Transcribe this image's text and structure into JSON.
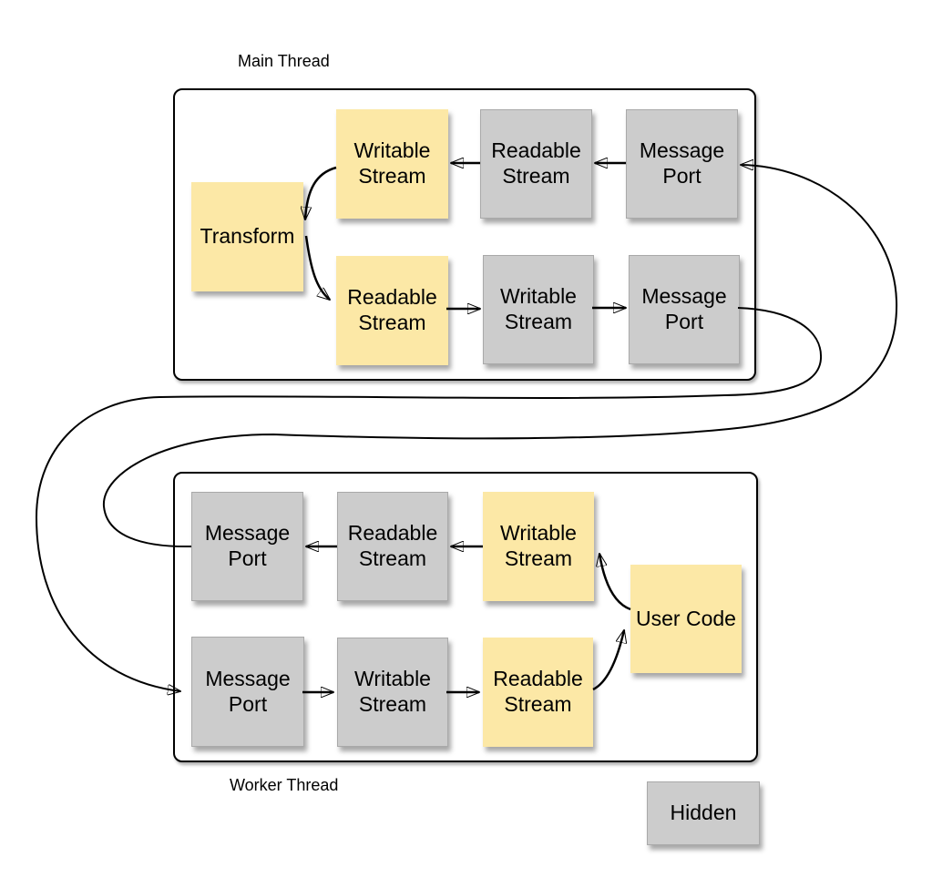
{
  "diagram": {
    "type": "flow-diagram",
    "labels": {
      "main_thread": "Main Thread",
      "worker_thread": "Worker Thread",
      "writable_stream": "Writable Stream",
      "readable_stream": "Readable Stream",
      "message_port": "Message Port",
      "transform": "Transform",
      "user_code": "User Code",
      "hidden": "Hidden"
    },
    "colors": {
      "exposed_node_fill": "#FCE8A6",
      "hidden_node_fill": "#CCCCCC",
      "hidden_node_border": "#A9A9A9",
      "container_border": "#000000",
      "arrow": "#000000",
      "background": "#FFFFFF"
    },
    "edges": [
      {
        "from": "worker.message-port-top",
        "to": "main.message-port-top"
      },
      {
        "from": "main.message-port-top",
        "to": "main.readable-stream-top"
      },
      {
        "from": "main.readable-stream-top",
        "to": "main.writable-stream-top"
      },
      {
        "from": "main.writable-stream-top",
        "to": "main.transform"
      },
      {
        "from": "main.transform",
        "to": "main.readable-stream-bottom"
      },
      {
        "from": "main.readable-stream-bottom",
        "to": "main.writable-stream-bottom"
      },
      {
        "from": "main.writable-stream-bottom",
        "to": "main.message-port-bottom"
      },
      {
        "from": "main.message-port-bottom",
        "to": "worker.message-port-bottom"
      },
      {
        "from": "worker.message-port-bottom",
        "to": "worker.writable-stream-bottom"
      },
      {
        "from": "worker.writable-stream-bottom",
        "to": "worker.readable-stream-bottom"
      },
      {
        "from": "worker.readable-stream-bottom",
        "to": "worker.user-code"
      },
      {
        "from": "worker.user-code",
        "to": "worker.writable-stream-top"
      },
      {
        "from": "worker.writable-stream-top",
        "to": "worker.readable-stream-top"
      },
      {
        "from": "worker.readable-stream-top",
        "to": "worker.message-port-top"
      }
    ]
  }
}
